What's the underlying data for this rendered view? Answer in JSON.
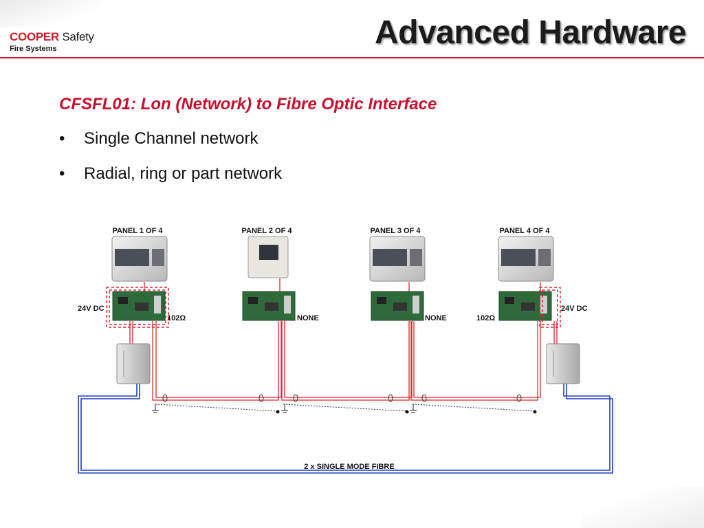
{
  "header": {
    "logo_cooper": "COOPER",
    "logo_safety": "Safety",
    "logo_fire": "Fire Systems",
    "title": "Advanced Hardware"
  },
  "content": {
    "subtitle": "CFSFL01: Lon (Network) to Fibre Optic Interface",
    "bullets": [
      "Single Channel network",
      "Radial, ring or part network"
    ],
    "bullet_glyph": "•"
  },
  "diagram": {
    "panels": [
      {
        "label": "PANEL 1 OF 4",
        "termination": "102Ω",
        "power": "24V DC"
      },
      {
        "label": "PANEL 2 OF 4",
        "termination": "NONE",
        "power": ""
      },
      {
        "label": "PANEL 3 OF 4",
        "termination": "NONE",
        "power": ""
      },
      {
        "label": "PANEL 4 OF 4",
        "termination": "102Ω",
        "power": "24V DC"
      }
    ],
    "fibre_label": "2 x SINGLE MODE FIBRE",
    "colors": {
      "accent_red": "#cc1f2a",
      "fibre_blue": "#1b3cc4",
      "pcb_green": "#2f6b3a"
    }
  }
}
